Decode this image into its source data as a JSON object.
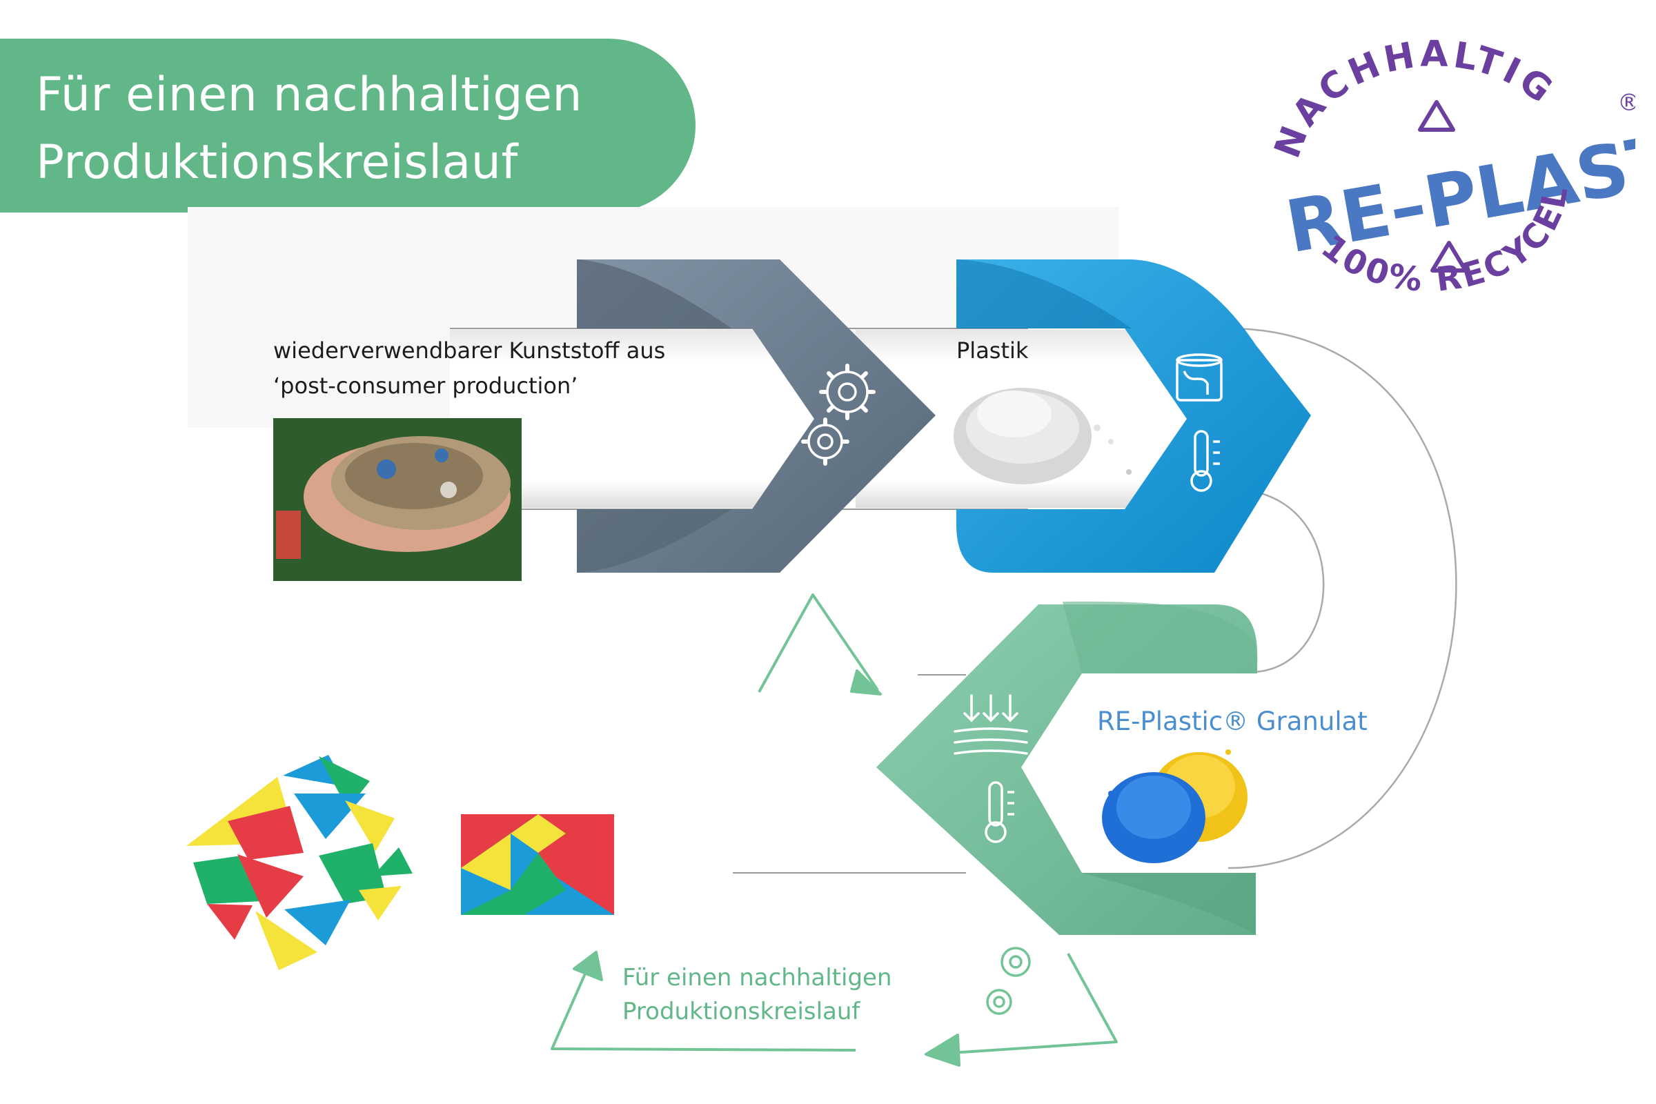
{
  "title": {
    "line1": "Für einen nachhaltigen",
    "line2": "Produktionskreislauf"
  },
  "steps": [
    {
      "line1": "wiederverwendbarer Kunststoff aus",
      "line2": "‘post-consumer production’",
      "icons": [
        "gears-icon"
      ],
      "color": "#6e8293"
    },
    {
      "label": "Plastik",
      "icons": [
        "paint-bucket-icon",
        "thermometer-icon"
      ],
      "color": "#1a9ad8"
    },
    {
      "label": "RE-Plastic® Granulat",
      "icons": [
        "press-icon",
        "thermometer-icon"
      ],
      "color": "#7fc6a4"
    }
  ],
  "cycle": {
    "line1": "Für einen nachhaltigen",
    "line2": "Produktionskreislauf",
    "color": "#62b788"
  },
  "logo": {
    "top": "NACHHALTIG",
    "main": "RE–PLASTIC",
    "bottom": "100% RECYCELT",
    "registered": "®",
    "purple": "#6b3fa0",
    "blue": "#4a78c2"
  }
}
